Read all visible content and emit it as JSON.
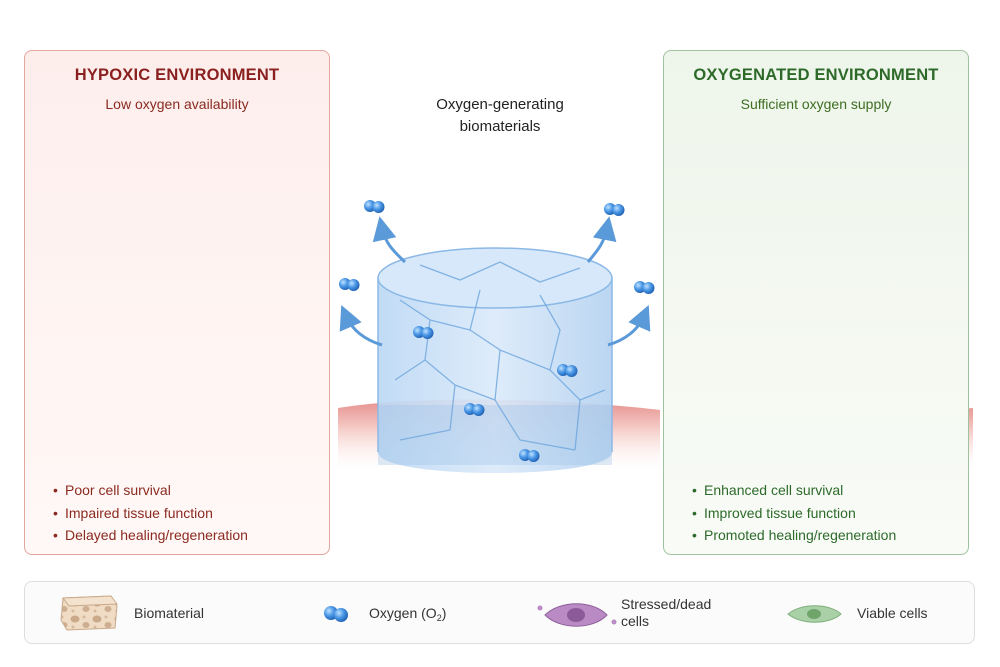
{
  "center": {
    "title_line1": "Oxygen-generating",
    "title_line2": "biomaterials"
  },
  "hypoxic": {
    "title": "HYPOXIC ENVIRONMENT",
    "subtitle": "Low oxygen availability",
    "bullets": [
      "Poor cell survival",
      "Impaired tissue function",
      "Delayed healing/regeneration"
    ],
    "color": "#8b2020"
  },
  "oxygenated": {
    "title": "OXYGENATED ENVIRONMENT",
    "subtitle": "Sufficient oxygen supply",
    "bullets": [
      "Enhanced cell survival",
      "Improved tissue function",
      "Promoted healing/regeneration"
    ],
    "color": "#2d6a2a"
  },
  "legend": {
    "biomaterial": "Biomaterial",
    "oxygen_prefix": "Oxygen (O",
    "oxygen_sub": "2",
    "oxygen_suffix": ")",
    "stressed_line1": "Stressed/dead",
    "stressed_line2": "cells",
    "viable": "Viable cells"
  },
  "icons": [
    "oxygen-molecule-icon",
    "stressed-cell-icon",
    "viable-cell-icon",
    "biomaterial-scaffold-icon",
    "arrow-icon"
  ]
}
